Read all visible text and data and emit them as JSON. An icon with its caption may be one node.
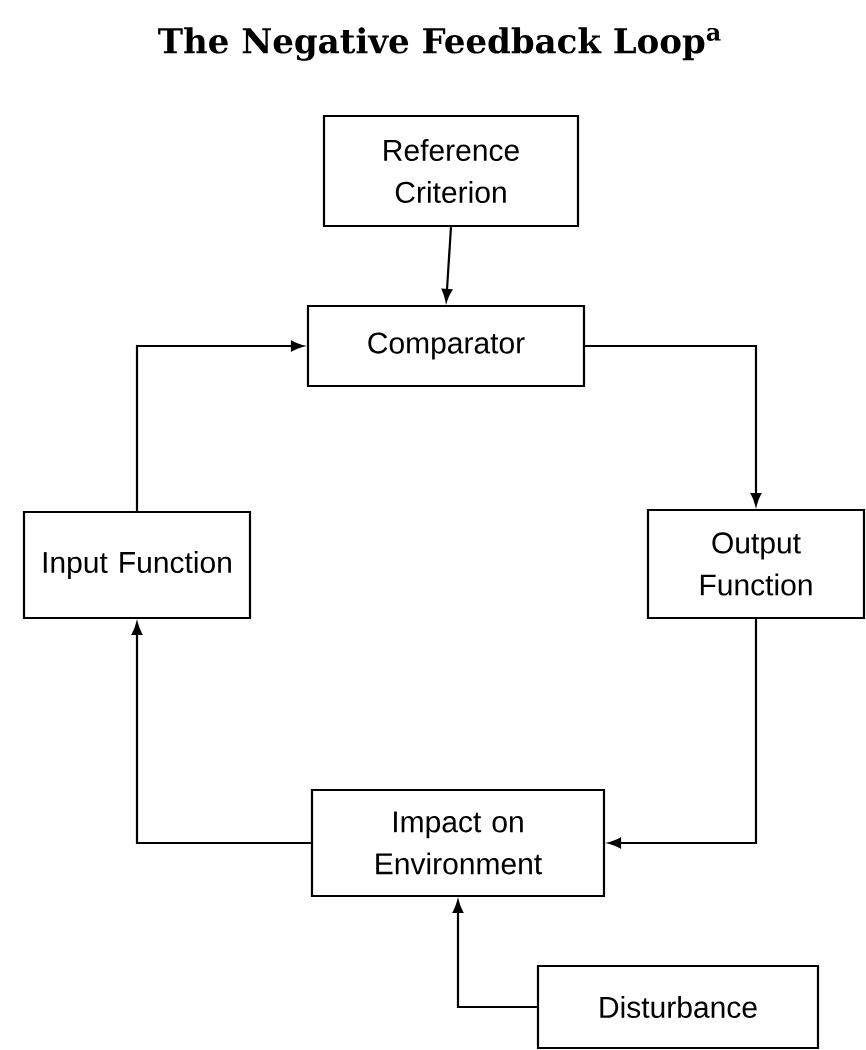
{
  "diagram": {
    "title": "The Negative Feedback Loop$^{a}$",
    "nodes": [
      {
        "text": [
          "Reference Criterion"
        ]
      },
      {
        "text": [
          "Comparator"
        ]
      },
      {
        "text": [
          "Input Function"
        ]
      },
      {
        "text": [
          "Output Function"
        ]
      },
      {
        "text": [
          "Impact on Environment"
        ]
      },
      {
        "text": [
          "Disturbance"
        ]
      }
    ],
    "edges": [
      {
        "from": 0,
        "to": 1,
        "arrow": "to"
      },
      {
        "from": 1,
        "to": 3,
        "arrow": "to"
      },
      {
        "from": 3,
        "to": 4,
        "arrow": "to"
      },
      {
        "from": 4,
        "to": 2,
        "arrow": "to"
      },
      {
        "from": 2,
        "to": 1,
        "arrow": "to"
      },
      {
        "from": 5,
        "to": 4,
        "arrow": "to"
      }
    ]
  }
}
